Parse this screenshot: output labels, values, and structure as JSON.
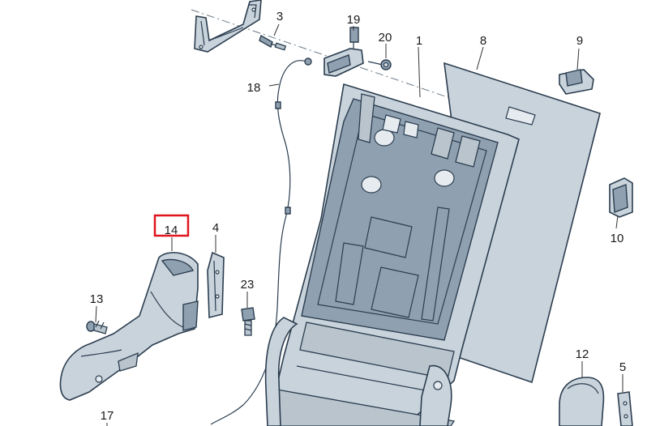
{
  "diagram": {
    "callouts": [
      {
        "id": "c1",
        "label": "1"
      },
      {
        "id": "c3",
        "label": "3"
      },
      {
        "id": "c4",
        "label": "4"
      },
      {
        "id": "c5",
        "label": "5"
      },
      {
        "id": "c8",
        "label": "8"
      },
      {
        "id": "c9",
        "label": "9"
      },
      {
        "id": "c10",
        "label": "10"
      },
      {
        "id": "c12",
        "label": "12"
      },
      {
        "id": "c13",
        "label": "13"
      },
      {
        "id": "c14",
        "label": "14"
      },
      {
        "id": "c17",
        "label": "17"
      },
      {
        "id": "c18",
        "label": "18"
      },
      {
        "id": "c19",
        "label": "19"
      },
      {
        "id": "c20",
        "label": "20"
      },
      {
        "id": "c23",
        "label": "23"
      }
    ],
    "highlighted": "14",
    "highlight_color": "#e0141e",
    "part_color": "#c9d3dc",
    "outline_color": "#2b3d4f"
  }
}
